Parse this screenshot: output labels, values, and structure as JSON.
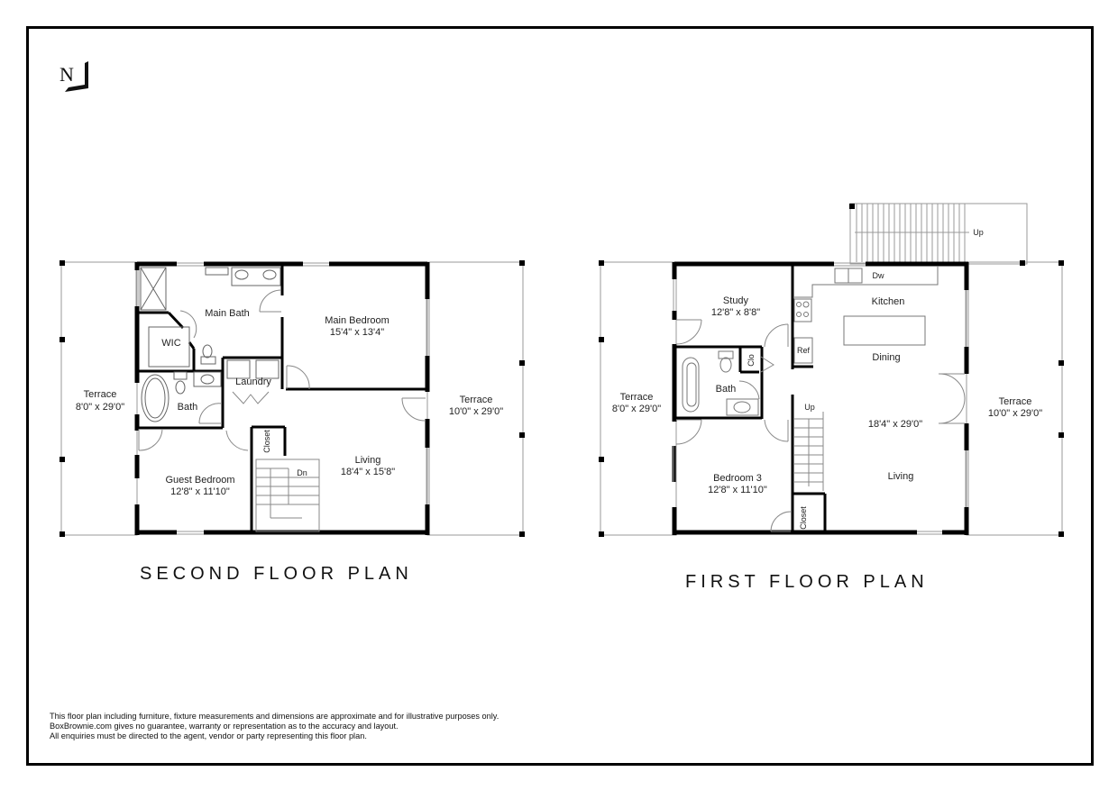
{
  "north_indicator": {
    "letter": "N",
    "icon": "north-arrow-icon"
  },
  "second_floor": {
    "title": "SECOND FLOOR PLAN",
    "rooms": [
      {
        "name": "Terrace",
        "dims": "8'0\" x 29'0\""
      },
      {
        "name": "Main Bath",
        "dims": ""
      },
      {
        "name": "WIC",
        "dims": ""
      },
      {
        "name": "Main Bedroom",
        "dims": "15'4\" x 13'4\""
      },
      {
        "name": "Laundry",
        "dims": ""
      },
      {
        "name": "Bath",
        "dims": ""
      },
      {
        "name": "Closet",
        "dims": ""
      },
      {
        "name": "Guest Bedroom",
        "dims": "12'8\" x 11'10\""
      },
      {
        "name": "Living",
        "dims": "18'4\" x 15'8\""
      },
      {
        "name": "Terrace",
        "dims": "10'0\" x 29'0\""
      }
    ],
    "stair_label": "Dn"
  },
  "first_floor": {
    "title": "FIRST FLOOR PLAN",
    "rooms": [
      {
        "name": "Terrace",
        "dims": "8'0\" x 29'0\""
      },
      {
        "name": "Study",
        "dims": "12'8\" x 8'8\""
      },
      {
        "name": "Kitchen",
        "dims": ""
      },
      {
        "name": "Dining",
        "dims": ""
      },
      {
        "name": "Bath",
        "dims": ""
      },
      {
        "name": "Clo",
        "dims": ""
      },
      {
        "name": "Bedroom 3",
        "dims": "12'8\" x 11'10\""
      },
      {
        "name": "Closet",
        "dims": ""
      },
      {
        "name": "Living",
        "dims": ""
      },
      {
        "name": "Terrace",
        "dims": "10'0\" x 29'0\""
      }
    ],
    "open_plan_dims": "18'4\" x 29'0\"",
    "fixtures": {
      "dishwasher": "Dw",
      "refrigerator": "Ref"
    },
    "stair_label_inner": "Up",
    "stair_label_exterior": "Up"
  },
  "disclaimer": [
    "This floor plan including furniture, fixture measurements and dimensions are approximate and for illustrative purposes only.",
    "BoxBrownie.com gives no guarantee, warranty or representation as to the accuracy and layout.",
    "All enquiries must be directed to the agent, vendor or party representing this floor plan."
  ]
}
